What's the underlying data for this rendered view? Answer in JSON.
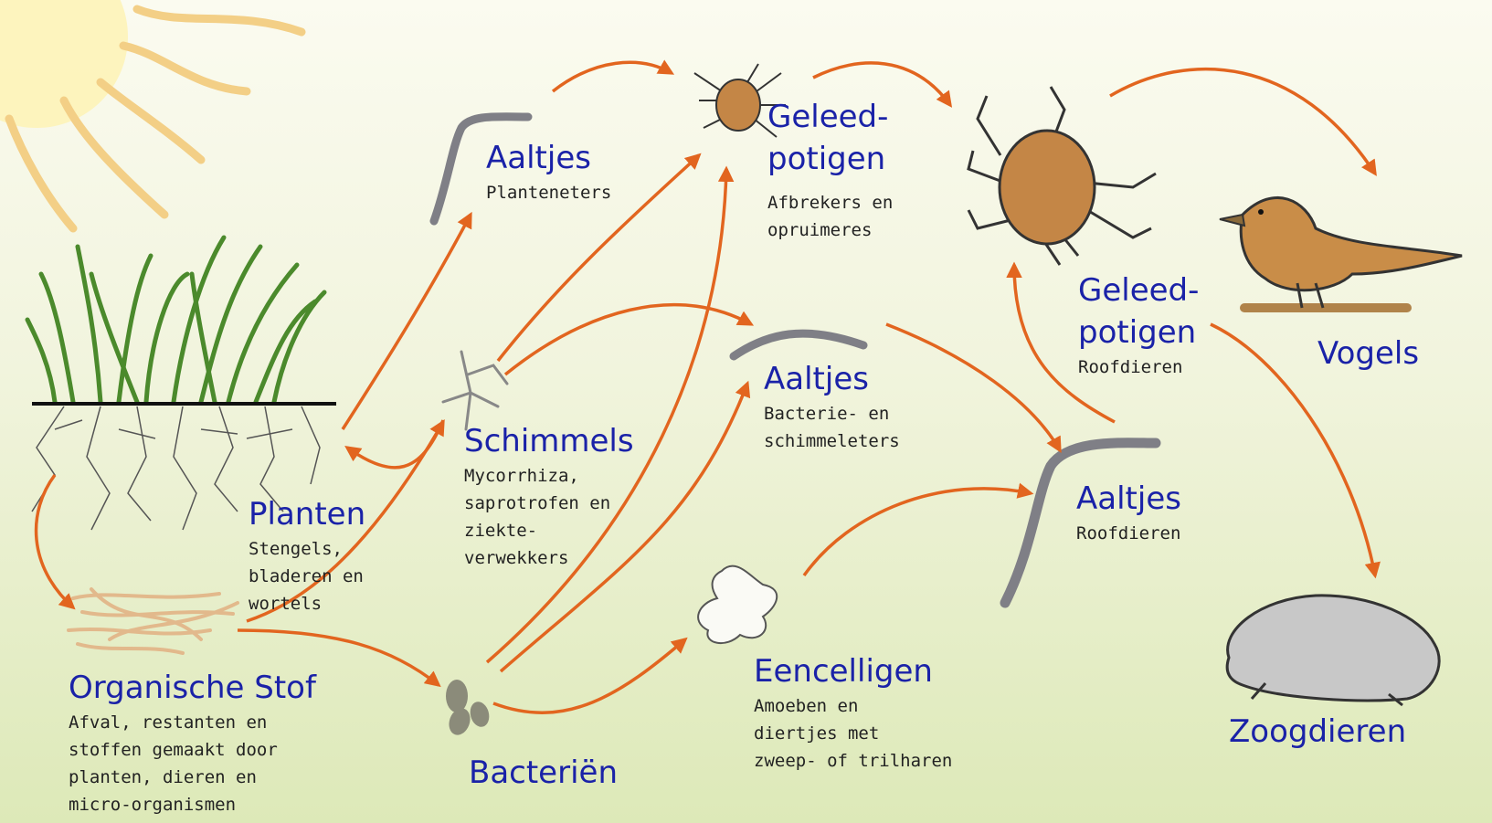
{
  "nodes": {
    "planten": {
      "title": "Planten",
      "desc": [
        "Stengels,",
        "bladeren en",
        "wortels"
      ]
    },
    "organische_stof": {
      "title": "Organische Stof",
      "desc": [
        "Afval, restanten en",
        "stoffen gemaakt door",
        "planten, dieren en",
        "micro-organismen"
      ]
    },
    "aaltjes_planteneters": {
      "title": "Aaltjes",
      "desc": [
        "Planteneters"
      ]
    },
    "schimmels": {
      "title": "Schimmels",
      "desc": [
        "Mycorrhiza,",
        "saprotrofen en",
        "ziekte-",
        "verwekkers"
      ]
    },
    "bacterien": {
      "title": "Bacteriën"
    },
    "geleedpotigen_afbrekers": {
      "title": [
        "Geleed-",
        "potigen"
      ],
      "desc": [
        "Afbrekers en",
        "opruimeres"
      ]
    },
    "aaltjes_bacterie": {
      "title": "Aaltjes",
      "desc": [
        "Bacterie- en",
        "schimmeleters"
      ]
    },
    "eencelligen": {
      "title": "Eencelligen",
      "desc": [
        "Amoeben en",
        "diertjes met",
        "zweep- of trilharen"
      ]
    },
    "geleedpotigen_roofdieren": {
      "title": [
        "Geleed-",
        "potigen"
      ],
      "desc": [
        "Roofdieren"
      ]
    },
    "aaltjes_roofdieren": {
      "title": "Aaltjes",
      "desc": [
        "Roofdieren"
      ]
    },
    "vogels": {
      "title": "Vogels"
    },
    "zoogdieren": {
      "title": "Zoogdieren"
    }
  },
  "colors": {
    "title": "#1a22a8",
    "arrow": "#e2651f",
    "worm": "#7f7f86",
    "mite": "#c48646",
    "bird": "#c98d48",
    "sun_ray": "#f7d48c",
    "grass": "#4b8a2c",
    "organic_matter": "#e2b98c"
  }
}
